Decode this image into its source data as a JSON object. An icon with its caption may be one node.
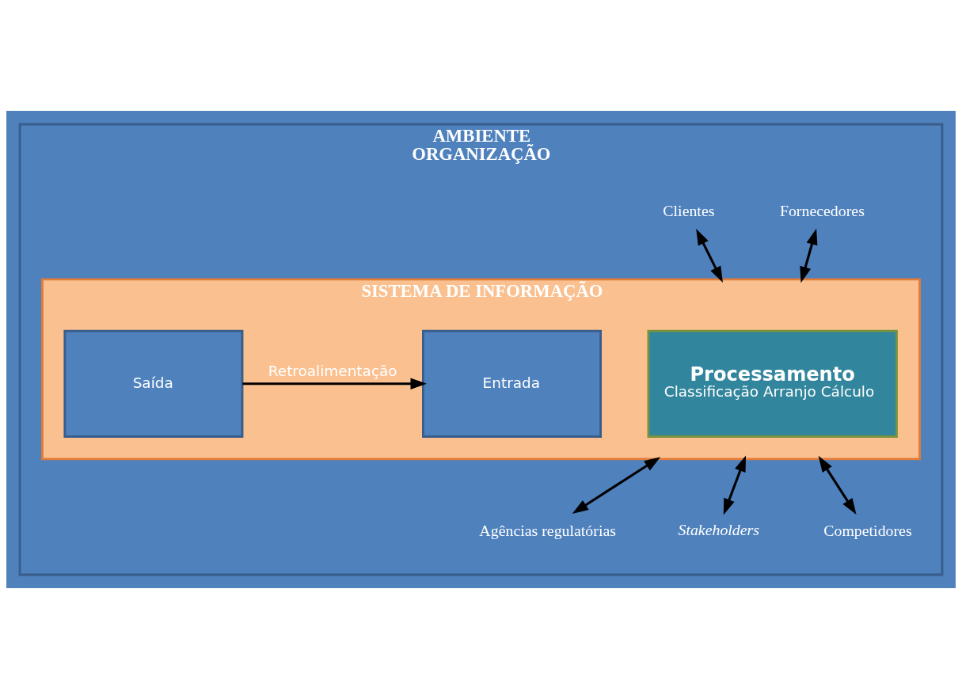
{
  "diagram": {
    "nodes": [
      {
        "text": [
          "AMBIENTE",
          "ORGANIZAÇÃO"
        ]
      },
      {
        "text": [
          "Fornecedores"
        ],
        "in": 0
      },
      {
        "text": [
          "Clientes"
        ],
        "in": 0
      },
      {
        "text": [
          "SISTEMA DE INFORMAÇÃO"
        ],
        "in": 0
      },
      {
        "text": [
          "Entrada"
        ],
        "in": 3
      },
      {
        "text": [
          "Processamento",
          "Classificação Arranjo Cálculo"
        ],
        "in": 3
      },
      {
        "text": [
          "Saída"
        ],
        "in": 3
      },
      {
        "text": [
          "Agências regulatórias"
        ],
        "in": 0
      },
      {
        "text": [
          "Stakeholders"
        ],
        "in": 0
      },
      {
        "text": [
          "Competidores"
        ],
        "in": 0
      }
    ],
    "edges": [
      {
        "from": 1,
        "to": 3,
        "arrow": "both"
      },
      {
        "from": 2,
        "to": 3,
        "arrow": "both"
      },
      {
        "from": 6,
        "to": 4,
        "arrow": "to",
        "label": "Retroalimentação"
      },
      {
        "from": 3,
        "to": 7,
        "arrow": "both"
      },
      {
        "from": 3,
        "to": 8,
        "arrow": "both"
      },
      {
        "from": 3,
        "to": 9,
        "arrow": "both"
      }
    ]
  }
}
